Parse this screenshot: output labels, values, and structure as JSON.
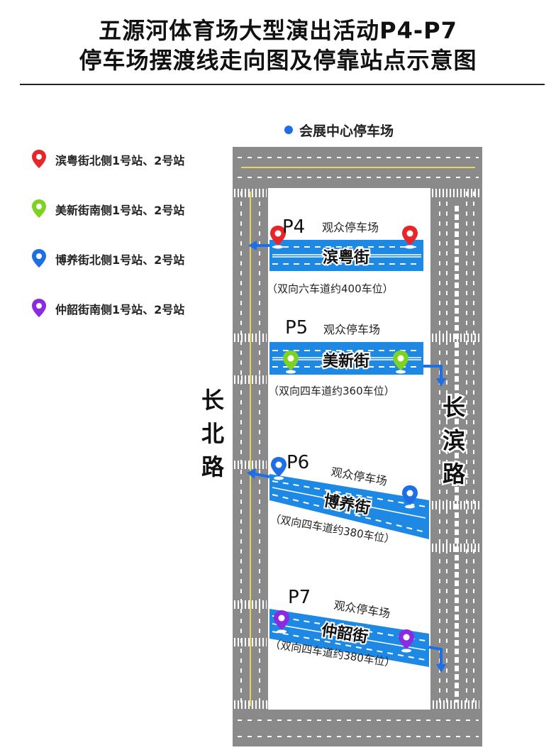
{
  "title": {
    "line1": "五源河体育场大型演出活动P4-P7",
    "line2": "停车场摆渡线走向图及停靠站点示意图"
  },
  "colors": {
    "red": "#e8262a",
    "green": "#7ed321",
    "blue": "#1e6fe6",
    "purple": "#8a2be2",
    "street": "#1e88e5",
    "road": "#8a8a8a"
  },
  "top_label": "会展中心停车场",
  "legend": [
    {
      "icon": "map-pin-red",
      "text": "滨粤街北侧1号站、2号站"
    },
    {
      "icon": "map-pin-green",
      "text": "美新街南侧1号站、2号站"
    },
    {
      "icon": "map-pin-blue",
      "text": "博养街北侧1号站、2号站"
    },
    {
      "icon": "map-pin-purple",
      "text": "仲韶街南侧1号站、2号站"
    }
  ],
  "roads": {
    "left": [
      "长",
      "北",
      "路"
    ],
    "right": [
      "长",
      "滨",
      "路"
    ]
  },
  "lots": [
    {
      "code": "P4",
      "type": "观众停车场",
      "street": "滨粤街",
      "note": "（双向六车道约400车位）"
    },
    {
      "code": "P5",
      "type": "观众停车场",
      "street": "美新街",
      "note": "（双向四车道约360车位）"
    },
    {
      "code": "P6",
      "type": "观众停车场",
      "street": "博养街",
      "note": "（双向四车道约380车位）"
    },
    {
      "code": "P7",
      "type": "观众停车场",
      "street": "仲韶街",
      "note": "（双向四车道约380车位）"
    }
  ]
}
